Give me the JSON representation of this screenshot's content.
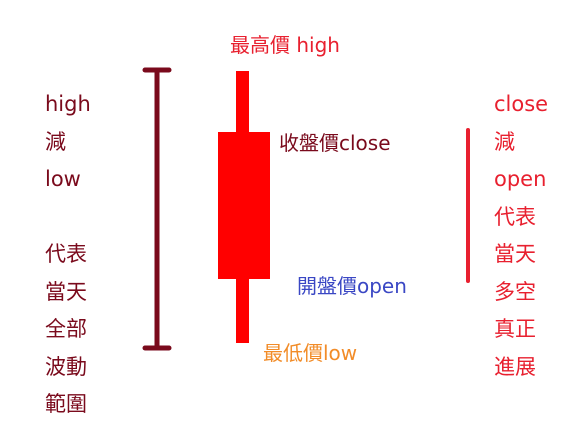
{
  "labels": {
    "high_price": "最高價 high",
    "close_price": "收盤價close",
    "open_price": "開盤價open",
    "low_price": "最低價low"
  },
  "left_text": [
    "high",
    "減",
    "low",
    "",
    "代表",
    "當天",
    "全部",
    "波動",
    "範圍"
  ],
  "right_text": [
    "close",
    "減",
    "open",
    "代表",
    "當天",
    "多空",
    "真正",
    "進展"
  ],
  "colors": {
    "candle": "#ff0000",
    "left_text": "#7a0a1c",
    "left_bracket": "#7a0a1c",
    "right_text": "#e8202f",
    "right_bar": "#e8202f",
    "high_label": "#e8202f",
    "close_label": "#7a0a1c",
    "open_label": "#3a47c4",
    "low_label": "#f28c28"
  }
}
